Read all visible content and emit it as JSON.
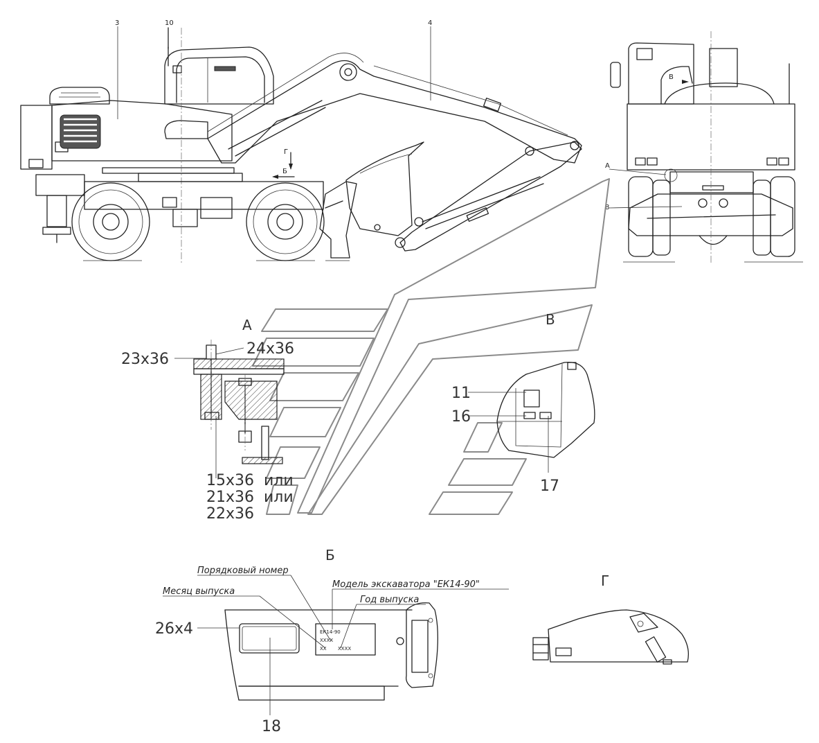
{
  "side_view": {
    "callouts": {
      "c3": "3",
      "c10": "10",
      "c4": "4",
      "view_g": "Г",
      "view_b": "Б"
    }
  },
  "front_view": {
    "callouts": {
      "c8": "8",
      "view_a": "А",
      "view_v": "В"
    }
  },
  "detail_a": {
    "title": "А",
    "labels": {
      "bolt_top_left": "23х36",
      "bolt_top_right": "24х36",
      "bolt_bottom_1": "15х36  или",
      "bolt_bottom_2": "21х36  или",
      "bolt_bottom_3": "22х36"
    }
  },
  "detail_v": {
    "title": "В",
    "labels": {
      "c11": "11",
      "c16": "16",
      "c17": "17"
    }
  },
  "detail_b": {
    "title": "Б",
    "labels": {
      "serial": "Порядковый номер",
      "model": "Модель экскаватора \"ЕК14-90\"",
      "month": "Месяц выпуска",
      "year": "Год выпуска",
      "plate_size": "26х4",
      "c18": "18"
    },
    "plate_text": {
      "model": "ЕК14-90",
      "serial": "ХХХХ",
      "month": "ХХ",
      "year": "ХХХХ"
    }
  },
  "detail_g": {
    "title": "Г"
  }
}
